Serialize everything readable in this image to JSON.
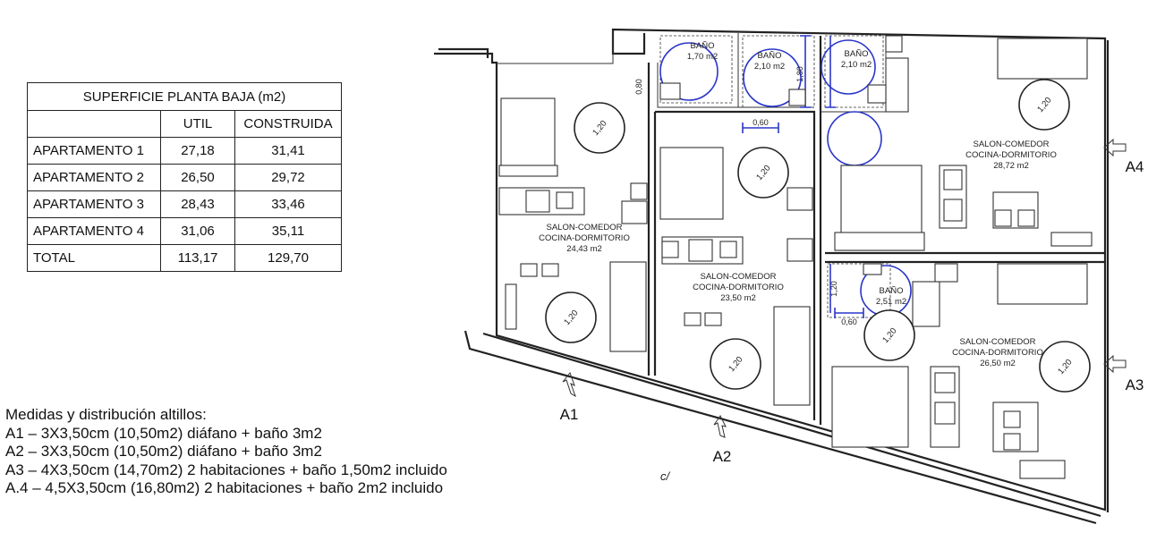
{
  "table": {
    "title": "SUPERFICIE PLANTA BAJA  (m2)",
    "col_util": "UTIL",
    "col_construida": "CONSTRUIDA",
    "rows": [
      {
        "name": "APARTAMENTO 1",
        "util": "27,18",
        "construida": "31,41"
      },
      {
        "name": "APARTAMENTO 2",
        "util": "26,50",
        "construida": "29,72"
      },
      {
        "name": "APARTAMENTO 3",
        "util": "28,43",
        "construida": "33,46"
      },
      {
        "name": "APARTAMENTO 4",
        "util": "31,06",
        "construida": "35,11"
      },
      {
        "name": "TOTAL",
        "util": "113,17",
        "construida": "129,70"
      }
    ]
  },
  "notes": {
    "heading": "Medidas y distribución altillos:",
    "lines": [
      "A1 – 3X3,50cm (10,50m2) diáfano + baño 3m2",
      "A2 – 3X3,50cm (10,50m2) diáfano + baño 3m2",
      "A3 – 4X3,50cm (14,70m2) 2 habitaciones + baño 1,50m2 incluido",
      "A.4 – 4,5X3,50cm (16,80m2) 2 habitaciones + baño 2m2 incluido"
    ]
  },
  "plan": {
    "entries": {
      "a1": "A1",
      "a2": "A2",
      "a3": "A3",
      "a4": "A4"
    },
    "street": "c/",
    "rooms": {
      "a1_living": {
        "line1": "SALON-COMEDOR",
        "line2": "COCINA-DORMITORIO",
        "area": "24,43 m2"
      },
      "a2_living": {
        "line1": "SALON-COMEDOR",
        "line2": "COCINA-DORMITORIO",
        "area": "23,50 m2"
      },
      "a4_living": {
        "line1": "SALON-COMEDOR",
        "line2": "COCINA-DORMITORIO",
        "area": "28,72 m2"
      },
      "a3_living": {
        "line1": "SALON-COMEDOR",
        "line2": "COCINA-DORMITORIO",
        "area": "26,50 m2"
      },
      "bath_a1": {
        "label": "BAÑO",
        "area": "1,70 m2"
      },
      "bath_a2": {
        "label": "BAÑO",
        "area": "2,10 m2"
      },
      "bath_a4": {
        "label": "BAÑO",
        "area": "2,10 m2"
      },
      "bath_a3": {
        "label": "BAÑO",
        "area": "2,51 m2"
      }
    },
    "turning_circle": "1,20",
    "dims": {
      "d080": "0,80",
      "d060": "0,60",
      "d180": "1,80",
      "d120": "1,20"
    }
  }
}
